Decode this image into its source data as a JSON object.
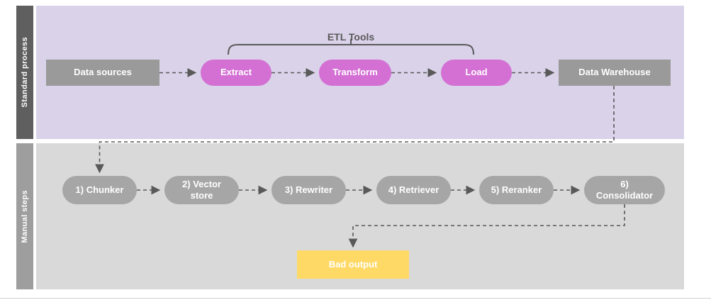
{
  "lanes": {
    "standard": {
      "label": "Standard process"
    },
    "manual": {
      "label": "Manual steps"
    }
  },
  "bracket": {
    "label": "ETL Tools"
  },
  "nodes": {
    "data_sources": {
      "label": "Data sources"
    },
    "extract": {
      "label": "Extract"
    },
    "transform": {
      "label": "Transform"
    },
    "load": {
      "label": "Load"
    },
    "data_warehouse": {
      "label": "Data Warehouse"
    },
    "chunker": {
      "label": "1) Chunker"
    },
    "vector_store": {
      "label": "2) Vector store"
    },
    "rewriter": {
      "label": "3) Rewriter"
    },
    "retriever": {
      "label": "4) Retriever"
    },
    "reranker": {
      "label": "5) Reranker"
    },
    "consolidator": {
      "label": "6) Consolidator"
    },
    "bad_output": {
      "label": "Bad output"
    }
  },
  "edges": [
    {
      "from": "data_sources",
      "to": "extract",
      "style": "dashed"
    },
    {
      "from": "extract",
      "to": "transform",
      "style": "dashed"
    },
    {
      "from": "transform",
      "to": "load",
      "style": "dashed"
    },
    {
      "from": "load",
      "to": "data_warehouse",
      "style": "dashed"
    },
    {
      "from": "data_warehouse",
      "to": "chunker",
      "style": "dashed"
    },
    {
      "from": "chunker",
      "to": "vector_store",
      "style": "dashed"
    },
    {
      "from": "vector_store",
      "to": "rewriter",
      "style": "dashed"
    },
    {
      "from": "rewriter",
      "to": "retriever",
      "style": "dashed"
    },
    {
      "from": "retriever",
      "to": "reranker",
      "style": "dashed"
    },
    {
      "from": "reranker",
      "to": "consolidator",
      "style": "dashed"
    },
    {
      "from": "consolidator",
      "to": "bad_output",
      "style": "dashed"
    }
  ],
  "colors": {
    "lane_standard_bg": "#d9d2e9",
    "lane_manual_bg": "#d9d9d9",
    "lane_standard_bar": "#5f5f5f",
    "lane_manual_bar": "#9e9e9e",
    "etl_node": "#d470d4",
    "gray_node": "#9a9a9a",
    "step_node": "#a6a6a6",
    "bad_output": "#ffd966",
    "connector": "#595959"
  }
}
